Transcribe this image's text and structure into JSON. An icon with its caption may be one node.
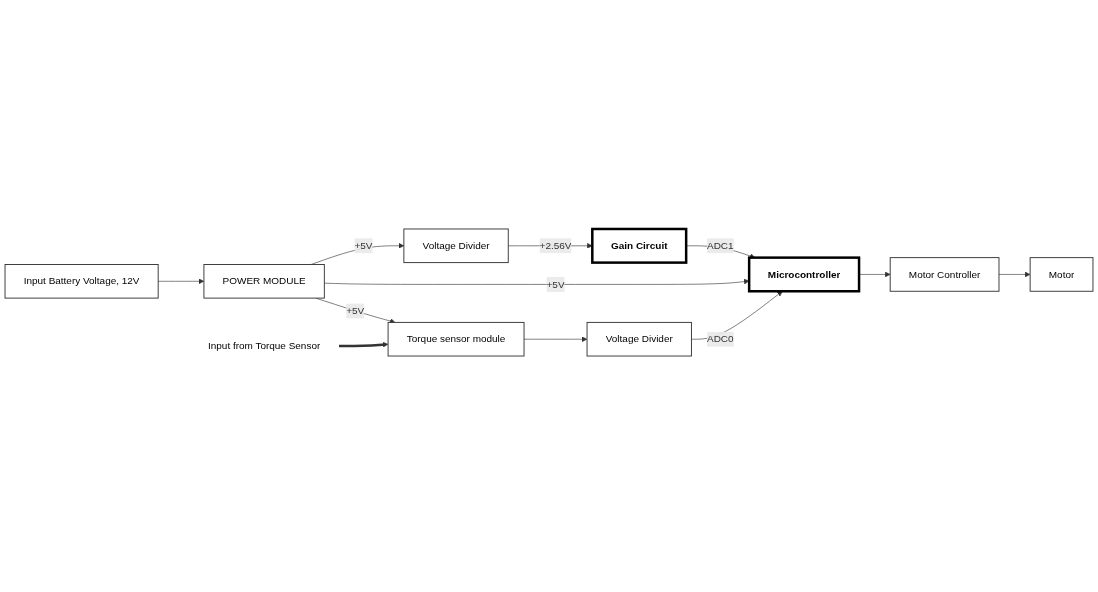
{
  "diagram": {
    "nodes": [
      {
        "text": [
          "Voltage Divider"
        ]
      },
      {
        "text": [
          "Gain Circuit"
        ]
      },
      {
        "text": [
          "Input Battery Voltage, 12V"
        ]
      },
      {
        "text": [
          "POWER MODULE"
        ]
      },
      {
        "text": [
          "Microcontroller"
        ]
      },
      {
        "text": [
          "Motor Controller"
        ]
      },
      {
        "text": [
          "Torque sensor module"
        ]
      },
      {
        "text": [
          "Voltage Divider"
        ]
      },
      {
        "text": [
          "Motor"
        ]
      },
      {
        "text": [
          "Input from Torque Sensor"
        ]
      }
    ],
    "edges": [
      {
        "from": 0,
        "to": 1,
        "arrow": "to",
        "label": "+2.56V"
      },
      {
        "from": 1,
        "to": 4,
        "arrow": "to",
        "label": "ADC1"
      },
      {
        "from": 2,
        "to": 3,
        "arrow": "to"
      },
      {
        "from": 3,
        "to": 0,
        "arrow": "to",
        "label": "+5V"
      },
      {
        "from": 3,
        "to": 4,
        "arrow": "to",
        "label": "+5V"
      },
      {
        "from": 4,
        "to": 5,
        "arrow": "to"
      },
      {
        "from": 3,
        "to": 6,
        "arrow": "to",
        "label": "+5V"
      },
      {
        "from": 6,
        "to": 7,
        "arrow": "to"
      },
      {
        "from": 7,
        "to": 4,
        "arrow": "to",
        "label": "ADC0"
      },
      {
        "from": 5,
        "to": 8,
        "arrow": "to"
      },
      {
        "from": 9,
        "to": 6,
        "arrow": "to",
        "style": "thick"
      }
    ]
  }
}
